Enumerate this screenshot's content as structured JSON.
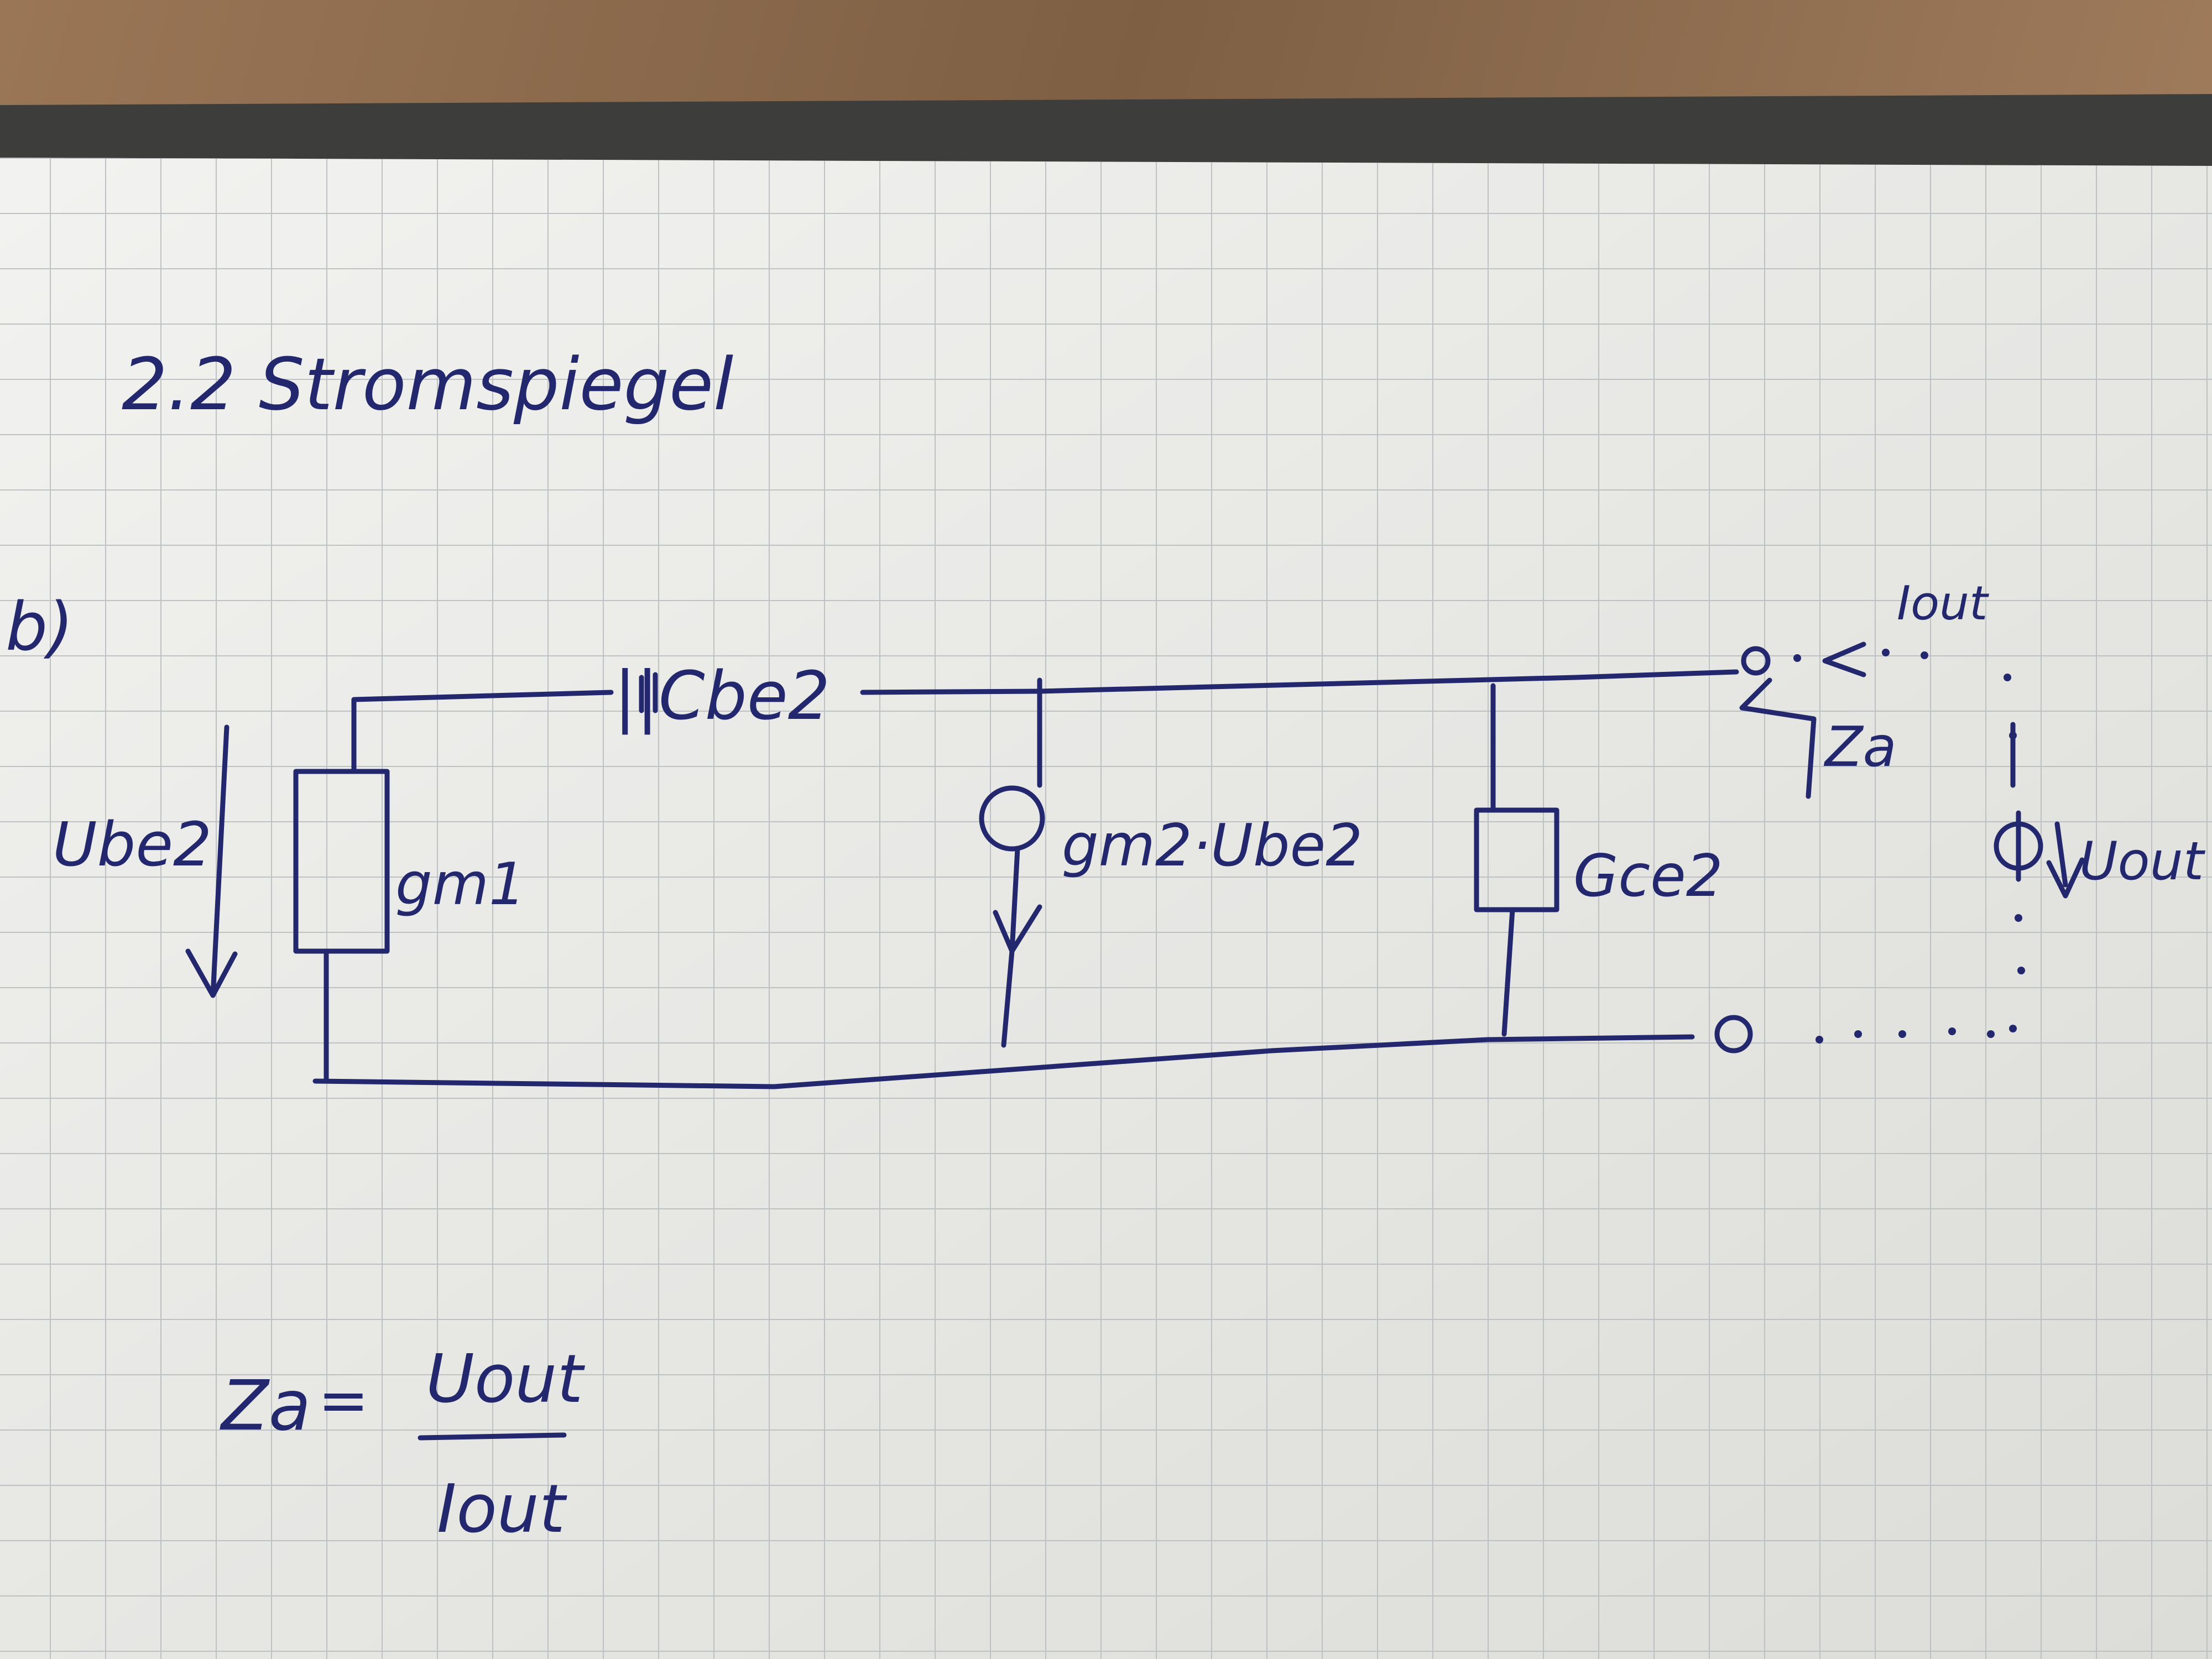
{
  "page": {
    "heading": "2.2 Stromspiegel",
    "subtask": "b)"
  },
  "circuit": {
    "label_ube2": "Ube2",
    "label_gm1": "gm1",
    "label_cbe2": "||Cbe2",
    "label_source": "gm2·Ube2",
    "label_gce2": "Gce2",
    "label_iout": "Iout",
    "label_za": "Za",
    "label_uout": "Uout"
  },
  "formula": {
    "lhs": "Za",
    "eq": "=",
    "numerator": "Uout",
    "denominator": "Iout"
  },
  "colors": {
    "ink": "#23276e",
    "paper": "#eeeeec",
    "grid": "#b9bdc0",
    "binder": "#3d3e3b",
    "table": "#8a6a4c"
  }
}
